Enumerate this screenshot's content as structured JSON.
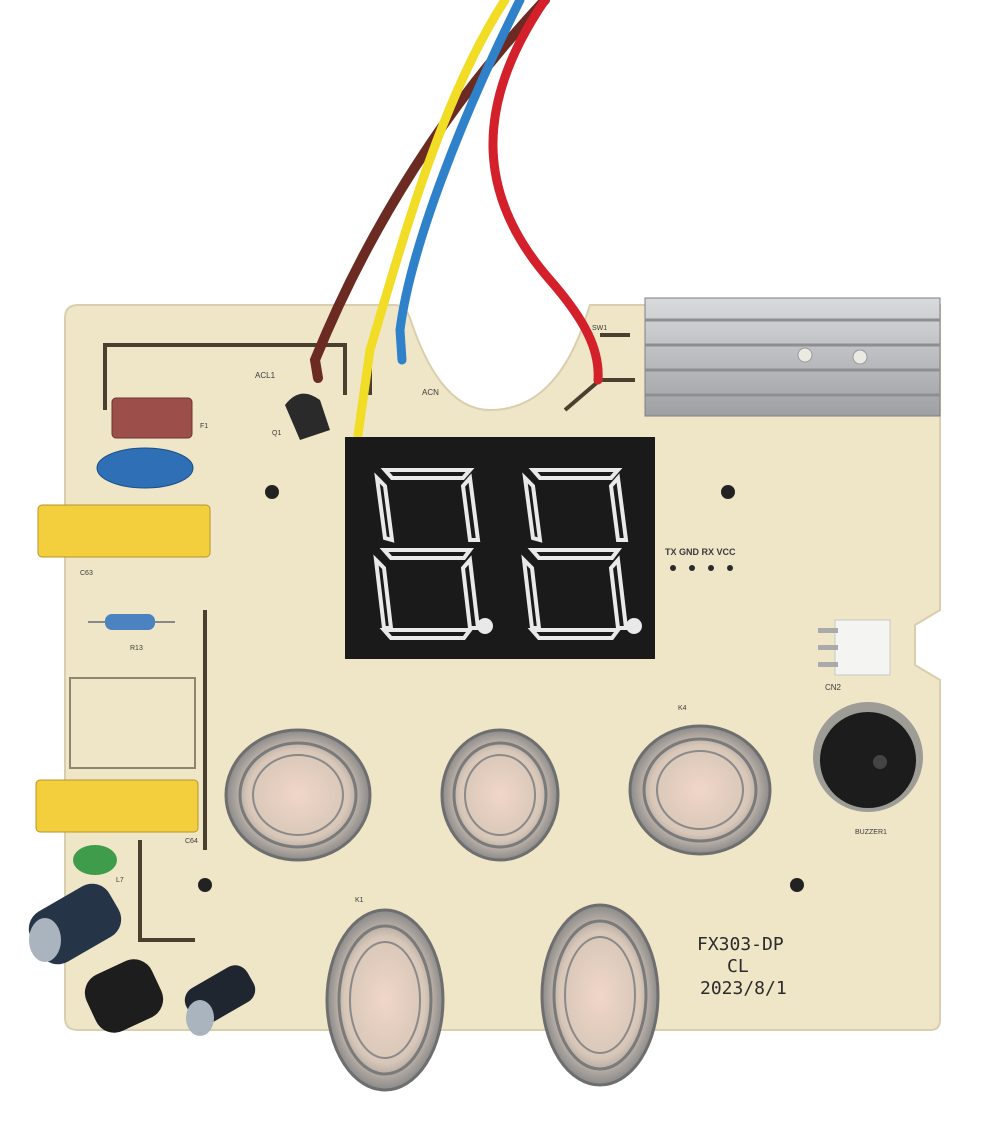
{
  "board": {
    "model_line1": "FX303-DP",
    "model_line2": "CL",
    "date": "2023/8/1",
    "header_pins": "TX GND RX VCC"
  },
  "silkscreen": {
    "acl1": "ACL1",
    "acn": "ACN",
    "q1": "Q1",
    "f1": "F1",
    "c63": "C63",
    "r13": "R13",
    "c64": "C64",
    "l7": "L7",
    "cn2": "CN2",
    "buzzer": "BUZZER1",
    "k1": "K1",
    "k4": "K4",
    "sw1": "SW1"
  },
  "display": {
    "digits": "88"
  },
  "colors": {
    "board": "#efe6c8",
    "wire_brown": "#6b2a22",
    "wire_yellow": "#f1dd25",
    "wire_blue": "#2f82c9",
    "wire_red": "#d4202a",
    "capacitor_yellow": "#f3cf3d",
    "display_body": "#1a1a1a",
    "segment": "#e9e9e9"
  }
}
